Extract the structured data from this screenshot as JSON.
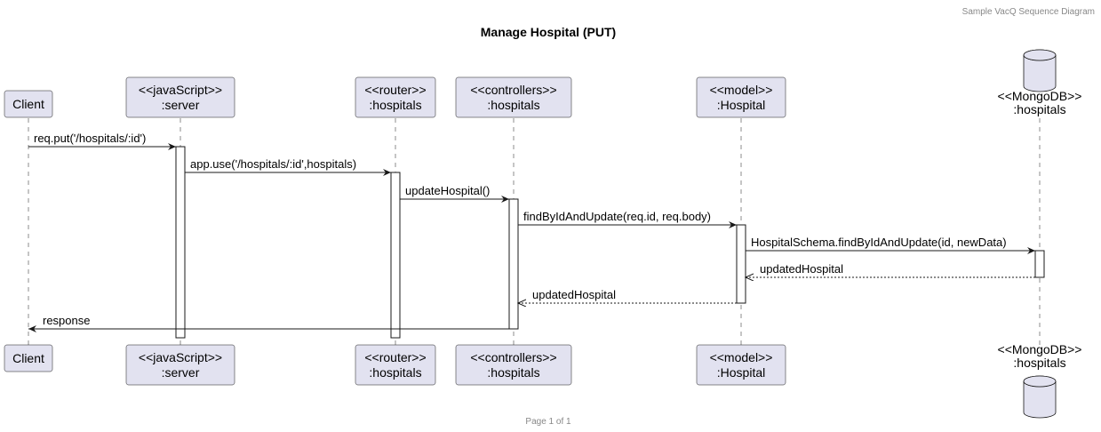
{
  "header": {
    "caption": "Sample VacQ Sequence Diagram"
  },
  "title": "Manage Hospital (PUT)",
  "footer": {
    "page": "Page 1 of 1"
  },
  "participants": [
    {
      "id": "client",
      "type": "box",
      "lines": [
        "Client"
      ]
    },
    {
      "id": "server",
      "type": "box",
      "lines": [
        "<<javaScript>>",
        ":server"
      ]
    },
    {
      "id": "router",
      "type": "box",
      "lines": [
        "<<router>>",
        ":hospitals"
      ]
    },
    {
      "id": "controllers",
      "type": "box",
      "lines": [
        "<<controllers>>",
        ":hospitals"
      ]
    },
    {
      "id": "model",
      "type": "box",
      "lines": [
        "<<model>>",
        ":Hospital"
      ]
    },
    {
      "id": "mongodb",
      "type": "database",
      "lines": [
        "<<MongoDB>>",
        ":hospitals"
      ]
    }
  ],
  "messages": [
    {
      "from": "client",
      "to": "server",
      "label": "req.put('/hospitals/:id')",
      "kind": "sync"
    },
    {
      "from": "server",
      "to": "router",
      "label": "app.use('/hospitals/:id',hospitals)",
      "kind": "sync"
    },
    {
      "from": "router",
      "to": "controllers",
      "label": "updateHospital()",
      "kind": "sync"
    },
    {
      "from": "controllers",
      "to": "model",
      "label": "findByIdAndUpdate(req.id, req.body)",
      "kind": "sync"
    },
    {
      "from": "model",
      "to": "mongodb",
      "label": "HospitalSchema.findByIdAndUpdate(id, newData)",
      "kind": "sync"
    },
    {
      "from": "mongodb",
      "to": "model",
      "label": "updatedHospital",
      "kind": "return"
    },
    {
      "from": "model",
      "to": "controllers",
      "label": "updatedHospital",
      "kind": "return"
    },
    {
      "from": "controllers",
      "to": "client",
      "label": "response",
      "kind": "sync"
    }
  ]
}
